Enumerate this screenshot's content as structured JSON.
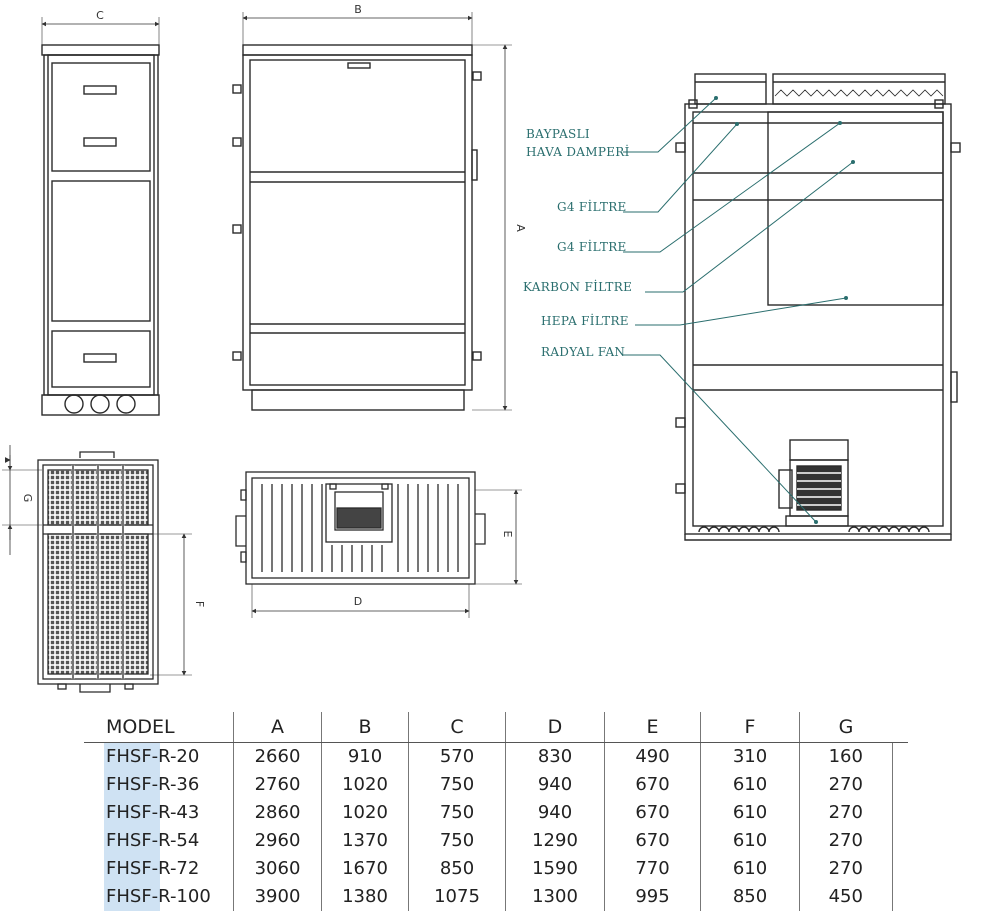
{
  "dimension_letters": {
    "c": "C",
    "b": "B",
    "a": "A",
    "g": "G",
    "f": "F",
    "e": "E",
    "d": "D"
  },
  "labels": {
    "bypass_line1": "BAYPASLI",
    "bypass_line2": "HAVA DAMPERİ",
    "g4_filter_1": "G4 FİLTRE",
    "g4_filter_2": "G4 FİLTRE",
    "carbon_filter": "KARBON FİLTRE",
    "hepa_filter": "HEPA FİLTRE",
    "radial_fan": "RADYAL FAN"
  },
  "colors": {
    "line": "#2b2b2b",
    "callout": "#2a6e6e",
    "highlight": "#cfe2f3"
  },
  "table": {
    "headers": [
      "MODEL",
      "A",
      "B",
      "C",
      "D",
      "E",
      "F",
      "G"
    ],
    "rows": [
      [
        "FHSF-R-20",
        "2660",
        "910",
        "570",
        "830",
        "490",
        "310",
        "160"
      ],
      [
        "FHSF-R-36",
        "2760",
        "1020",
        "750",
        "940",
        "670",
        "610",
        "270"
      ],
      [
        "FHSF-R-43",
        "2860",
        "1020",
        "750",
        "940",
        "670",
        "610",
        "270"
      ],
      [
        "FHSF-R-54",
        "2960",
        "1370",
        "750",
        "1290",
        "670",
        "610",
        "270"
      ],
      [
        "FHSF-R-72",
        "3060",
        "1670",
        "850",
        "1590",
        "770",
        "610",
        "270"
      ],
      [
        "FHSF-R-100",
        "3900",
        "1380",
        "1075",
        "1300",
        "995",
        "850",
        "450"
      ]
    ]
  }
}
